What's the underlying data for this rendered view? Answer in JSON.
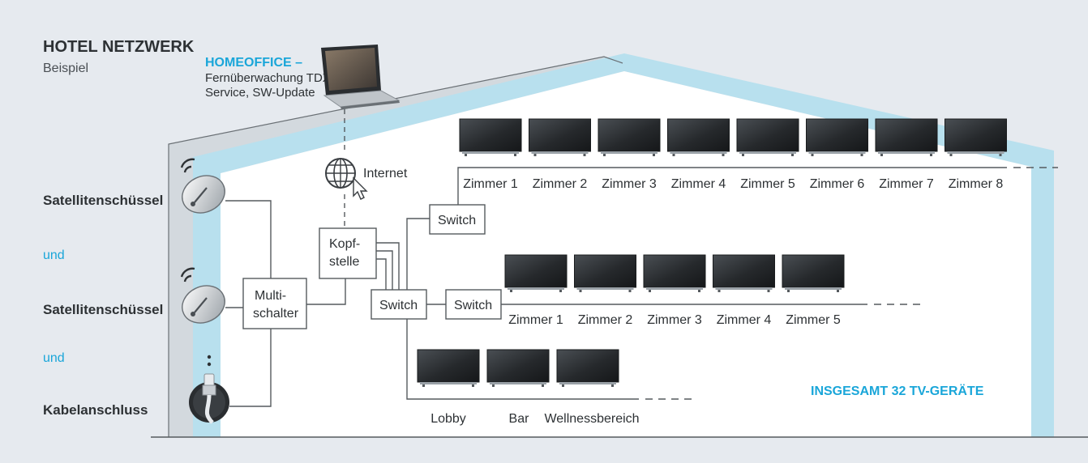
{
  "header": {
    "title": "HOTEL NETZWERK",
    "subtitle": "Beispiel"
  },
  "homeoffice": {
    "title": "HOMEOFFICE –",
    "line1": "Fernüberwachung TDX,",
    "line2": "Service, SW-Update"
  },
  "internet_label": "Internet",
  "sources": [
    {
      "label": "Satellitenschüssel"
    },
    {
      "label": "und"
    },
    {
      "label": "Satellitenschüssel"
    },
    {
      "label": "und"
    },
    {
      "label": "Kabelanschluss"
    }
  ],
  "boxes": {
    "multischalter": [
      "Multi-",
      "schalter"
    ],
    "kopfstelle": [
      "Kopf-",
      "stelle"
    ],
    "switch_main": "Switch",
    "switch_top": "Switch",
    "switch_mid": "Switch"
  },
  "rooms_top": [
    "Zimmer 1",
    "Zimmer 2",
    "Zimmer 3",
    "Zimmer 4",
    "Zimmer 5",
    "Zimmer 6",
    "Zimmer 7",
    "Zimmer 8"
  ],
  "rooms_mid": [
    "Zimmer 1",
    "Zimmer 2",
    "Zimmer 3",
    "Zimmer 4",
    "Zimmer 5"
  ],
  "rooms_bottom": [
    "Lobby",
    "Bar",
    "Wellnessbereich"
  ],
  "total": "INSGESAMT 32 TV-GERÄTE",
  "colors": {
    "accent": "#1aa6d9",
    "roof_light": "#b8e0ee",
    "wall_grey": "#d3d9de",
    "background": "#e6eaef",
    "line": "#555a5e"
  }
}
